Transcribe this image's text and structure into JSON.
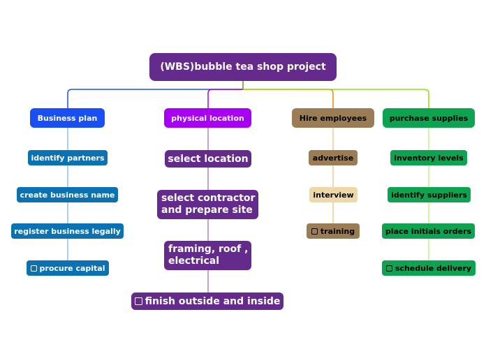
{
  "root": {
    "label": "(WBS)bubble tea shop project"
  },
  "branches": [
    {
      "label": "Business plan",
      "color": "#1a4ff5",
      "children": [
        {
          "label": "identify partners"
        },
        {
          "label": "create business name"
        },
        {
          "label": "register business legally"
        },
        {
          "label": "procure capital",
          "checkbox": true
        }
      ]
    },
    {
      "label": "physical location",
      "color": "#a800f5",
      "children": [
        {
          "label": "select location"
        },
        {
          "label": "select contractor\nand prepare site"
        },
        {
          "label": "framing, roof ,\nelectrical"
        },
        {
          "label": "finish outside and inside",
          "checkbox": true
        }
      ]
    },
    {
      "label": "Hire employees",
      "color": "#9a7d55",
      "children": [
        {
          "label": "advertise"
        },
        {
          "label": "interview"
        },
        {
          "label": "training",
          "checkbox": true
        }
      ]
    },
    {
      "label": "purchase supplies",
      "color": "#0ea350",
      "children": [
        {
          "label": "inventory levels"
        },
        {
          "label": "identify suppliers"
        },
        {
          "label": "place initials orders"
        },
        {
          "label": "schedule delivery",
          "checkbox": true
        }
      ]
    }
  ]
}
